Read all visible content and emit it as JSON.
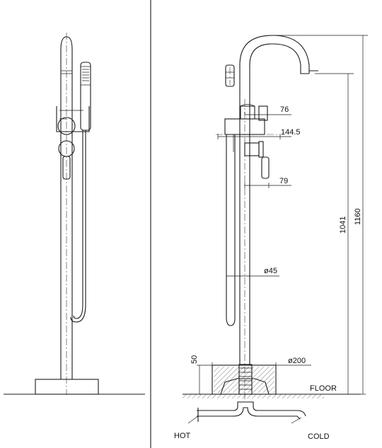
{
  "dimensions": {
    "d76": "76",
    "d144_5": "144.5",
    "d79": "79",
    "d45": "ø45",
    "d200": "ø200",
    "d50": "50",
    "d1041": "1041",
    "d1160": "1160"
  },
  "labels": {
    "floor": "FLOOR",
    "hot": "HOT",
    "cold": "COLD"
  }
}
